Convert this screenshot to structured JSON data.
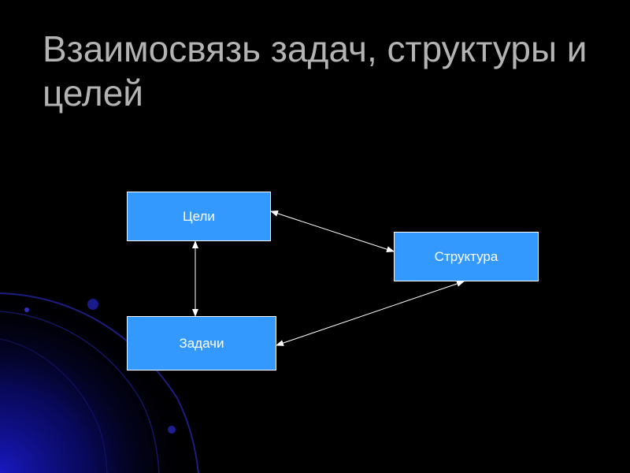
{
  "slide": {
    "title": "Взаимосвязь задач, структуры и целей"
  },
  "diagram": {
    "nodes": {
      "goals": "Цели",
      "structure": "Структура",
      "tasks": "Задачи"
    },
    "links": [
      {
        "from": "goals",
        "to": "structure",
        "bidirectional": true
      },
      {
        "from": "goals",
        "to": "tasks",
        "bidirectional": true
      },
      {
        "from": "tasks",
        "to": "structure",
        "bidirectional": true
      }
    ]
  },
  "colors": {
    "background": "#000000",
    "title": "#b3b3b3",
    "node_fill": "#3399ff",
    "node_border": "#ffffff",
    "connector": "#ffffff",
    "decor": "#1414a0"
  }
}
